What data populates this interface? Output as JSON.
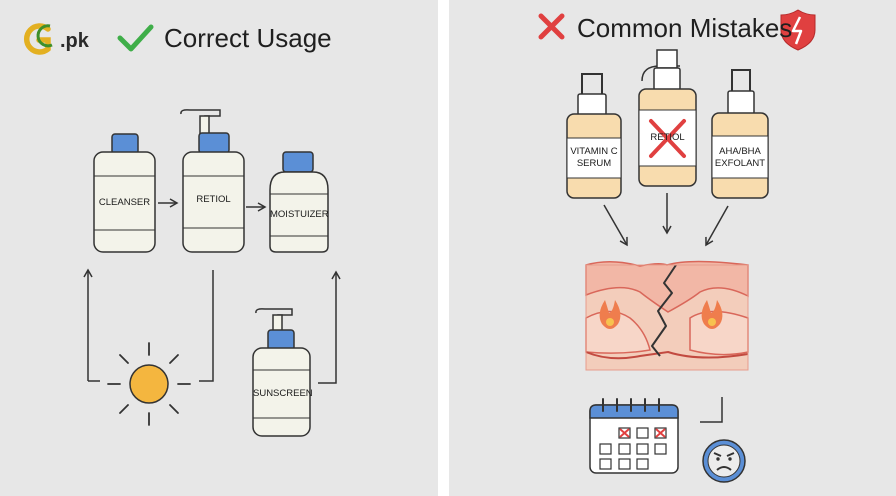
{
  "logo": {
    "text": ".pk",
    "colors": {
      "gold": "#e3b021",
      "green": "#3f8f2a"
    }
  },
  "left": {
    "heading": "Correct Usage",
    "heading_icon": "check-icon",
    "products": {
      "cleanser": "CLEANSER",
      "retinol": "RETIOL",
      "moisturizer": "MOISTUIZER",
      "sunscreen": "SUNSCREEN"
    },
    "icons": [
      "sun-icon"
    ]
  },
  "right": {
    "heading": "Common Mistakes",
    "heading_icon": "x-mark-icon",
    "products": {
      "vitamin_c_line1": "VITAMIN C",
      "vitamin_c_line2": "SERUM",
      "retinol": "RETIOL",
      "aha_line1": "AHA/BHA",
      "aha_line2": "EXFOLANT"
    },
    "icons": [
      "broken-heart-shield-icon",
      "cracked-skin-icon",
      "calendar-icon",
      "angry-face-icon"
    ]
  },
  "colors": {
    "background": "#e7e7e7",
    "cap_blue": "#5b8fd6",
    "bottle_white": "#f3f3ea",
    "bottle_peach": "#f8dcae",
    "check_green": "#3fae49",
    "mistake_red": "#e04040",
    "sun_yellow": "#f4b63f",
    "skin_pink": "#f2b7a6"
  }
}
